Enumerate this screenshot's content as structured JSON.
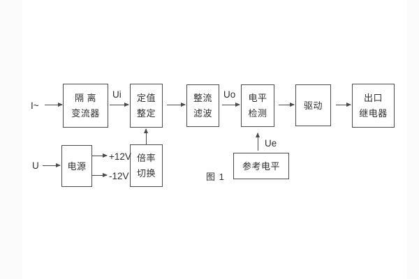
{
  "figure": {
    "caption": "图 1",
    "line_color": "#4a4a4a",
    "background": "#ffffff"
  },
  "blocks": [
    {
      "id": "isolation-transformer",
      "lines": [
        "隔 离",
        "变流器"
      ]
    },
    {
      "id": "setting-adjust",
      "lines": [
        "定值",
        "整定"
      ]
    },
    {
      "id": "rectify-filter",
      "lines": [
        "整流",
        "滤波"
      ]
    },
    {
      "id": "level-detect",
      "lines": [
        "电平",
        "检测"
      ]
    },
    {
      "id": "drive",
      "lines": [
        "驱动"
      ]
    },
    {
      "id": "output-relay",
      "lines": [
        "出口",
        "继电器"
      ]
    },
    {
      "id": "power-supply",
      "lines": [
        "电源"
      ]
    },
    {
      "id": "ratio-switch",
      "lines": [
        "倍率",
        "切换"
      ]
    },
    {
      "id": "reference-level",
      "lines": [
        "参考电平"
      ]
    }
  ],
  "labels": {
    "input_current": "I~",
    "input_voltage": "U",
    "ui": "Ui",
    "uo": "Uo",
    "ue": "Ue",
    "plus12v": "+12V",
    "minus12v": "-12V"
  }
}
